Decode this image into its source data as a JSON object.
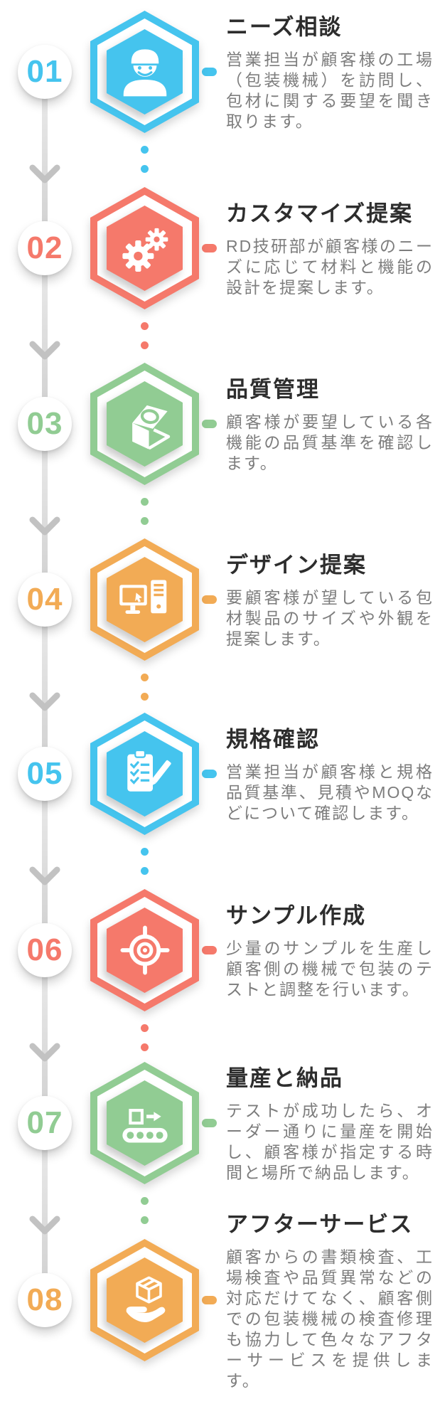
{
  "infographic": {
    "kind": "process-flow",
    "background": "#ffffff",
    "timeline": {
      "line_color": "#d6d6d6",
      "arrow_color": "#c2c2c2"
    }
  },
  "steps": [
    {
      "number": "01",
      "title": "ニーズ相談",
      "description": "営業担当が顧客様の工場（包装機械）を訪問し、包材に関する要望を聞き取ります。",
      "color": "#45C4EE",
      "icon": "worker-icon"
    },
    {
      "number": "02",
      "title": "カスタマイズ提案",
      "description": "RD技研部が顧客様のニーズに応じて材料と機能の設計を提案します。",
      "color": "#F5796B",
      "icon": "gears-icon"
    },
    {
      "number": "03",
      "title": "品質管理",
      "description": "顧客様が要望している各機能の品質基準を確認します。",
      "color": "#91CC93",
      "icon": "inspection-machine-icon"
    },
    {
      "number": "04",
      "title": "デザイン提案",
      "description": "要顧客様が望している包材製品のサイズや外観を提案します。",
      "color": "#F2AB55",
      "icon": "computer-icon"
    },
    {
      "number": "05",
      "title": "規格確認",
      "description": "営業担当が顧客様と規格品質基準、見積やMOQなどについて確認します。",
      "color": "#45C4EE",
      "icon": "checklist-icon"
    },
    {
      "number": "06",
      "title": "サンプル作成",
      "description": "少量のサンプルを生産し顧客側の機械で包装のテストと調整を行います。",
      "color": "#F5796B",
      "icon": "target-icon"
    },
    {
      "number": "07",
      "title": "量産と納品",
      "description": "テストが成功したら、オーダー通りに量産を開始し、顧客様が指定する時間と場所で納品します。",
      "color": "#91CC93",
      "icon": "conveyor-icon"
    },
    {
      "number": "08",
      "title": "アフターサービス",
      "description": "顧客からの書類検査、工場検査や品質異常などの対応だけてなく、顧客側での包装機械の検査修理も協力して色々なアフターサービスを提供します。",
      "color": "#F2AB55",
      "icon": "delivery-hand-icon"
    }
  ]
}
